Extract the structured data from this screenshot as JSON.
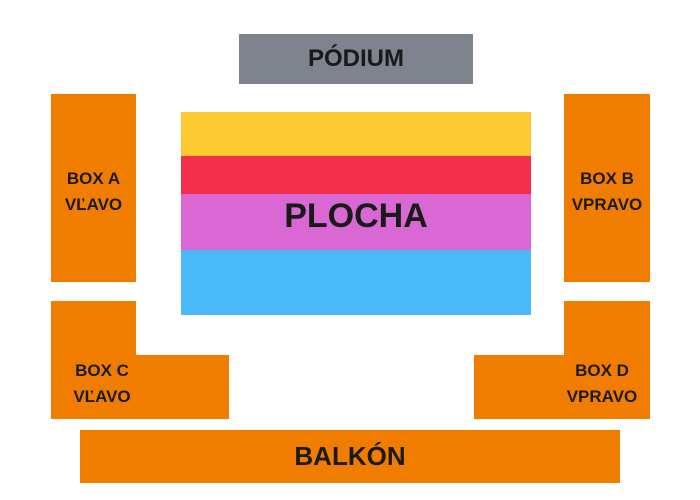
{
  "colors": {
    "stage": "#7f838e",
    "box": "#f17d00",
    "band_yellow": "#fdc930",
    "band_red": "#f2304b",
    "band_pink": "#d968d4",
    "band_blue": "#4ab9f9"
  },
  "venue": {
    "stage_label": "PÓDIUM",
    "floor_label": "PLOCHA",
    "balcony_label": "BALKÓN",
    "boxes": {
      "a": {
        "line1": "BOX A",
        "line2": "VĽAVO"
      },
      "b": {
        "line1": "BOX B",
        "line2": "VPRAVO"
      },
      "c": {
        "line1": "BOX C",
        "line2": "VĽAVO"
      },
      "d": {
        "line1": "BOX D",
        "line2": "VPRAVO"
      }
    }
  }
}
